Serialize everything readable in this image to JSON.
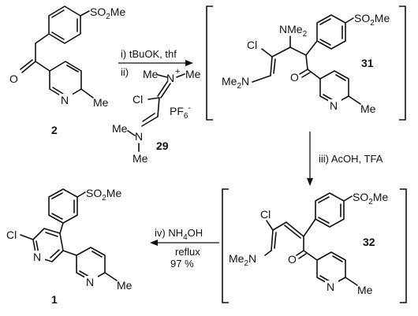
{
  "compound_2": {
    "label": "2",
    "so2me": "SO2Me",
    "so2me_parts": [
      "SO",
      "2",
      "Me"
    ],
    "oxygen": "O",
    "pyridine_n": "N",
    "methyl": "Me"
  },
  "reagent_29": {
    "label": "29",
    "n_plus": "N",
    "plus": "+",
    "me_left": "Me",
    "me_right": "Me",
    "cl": "Cl",
    "pf6": "PF6",
    "pf6_parts": [
      "PF",
      "6",
      "-"
    ],
    "n_bottom": "N",
    "me_bottom_left": "Me",
    "me_bottom_down": "Me"
  },
  "step1": {
    "line1": "i) tBuOK, thf",
    "line2": "ii)"
  },
  "intermediate_31": {
    "label": "31",
    "so2me_parts": [
      "SO",
      "2",
      "Me"
    ],
    "cl": "Cl",
    "nme2_parts": [
      "NMe",
      "2"
    ],
    "me2n_parts": [
      "Me",
      "2",
      "N"
    ],
    "oxygen": "O",
    "pyridine_n": "N",
    "methyl": "Me"
  },
  "step3": {
    "text": "iii) AcOH, TFA"
  },
  "intermediate_32": {
    "label": "32",
    "so2me_parts": [
      "SO",
      "2",
      "Me"
    ],
    "cl": "Cl",
    "me2n_parts": [
      "Me",
      "2",
      "N"
    ],
    "oxygen": "O",
    "pyridine_n": "N",
    "methyl": "Me"
  },
  "step4": {
    "line1_parts": [
      "iv) NH",
      "4",
      "OH"
    ],
    "line2": "reflux",
    "line3": "97 %"
  },
  "product_1": {
    "label": "1",
    "so2me_parts": [
      "SO",
      "2",
      "Me"
    ],
    "cl": "Cl",
    "n_left": "N",
    "n_right": "N",
    "methyl": "Me"
  }
}
